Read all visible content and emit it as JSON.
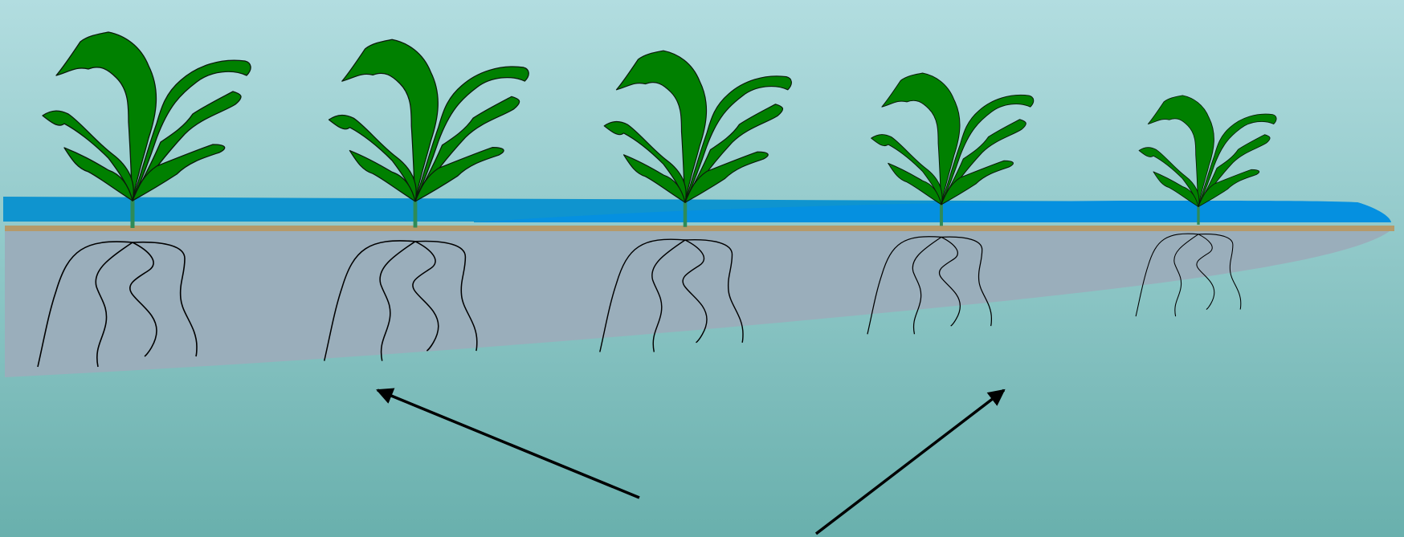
{
  "scene": {
    "colors": {
      "background_top": "#b2dde0",
      "background_bottom": "#69b0ad",
      "water": "#0f94cf",
      "water_flow": "#0590e0",
      "soil_surface": "#b59a6a",
      "soil_profile": "#9aaebb",
      "leaf_fill": "#008000",
      "leaf_stroke": "#0b1a0b",
      "stem": "#2e8b57",
      "root": "#000000",
      "arrow": "#000000"
    },
    "plants": [
      {
        "id": "plant-1",
        "size": "large"
      },
      {
        "id": "plant-2",
        "size": "large"
      },
      {
        "id": "plant-3",
        "size": "large"
      },
      {
        "id": "plant-4",
        "size": "medium"
      },
      {
        "id": "plant-5",
        "size": "small"
      }
    ],
    "arrows": [
      {
        "id": "arrow-left",
        "direction": "up-left"
      },
      {
        "id": "arrow-right",
        "direction": "up-right"
      }
    ]
  }
}
